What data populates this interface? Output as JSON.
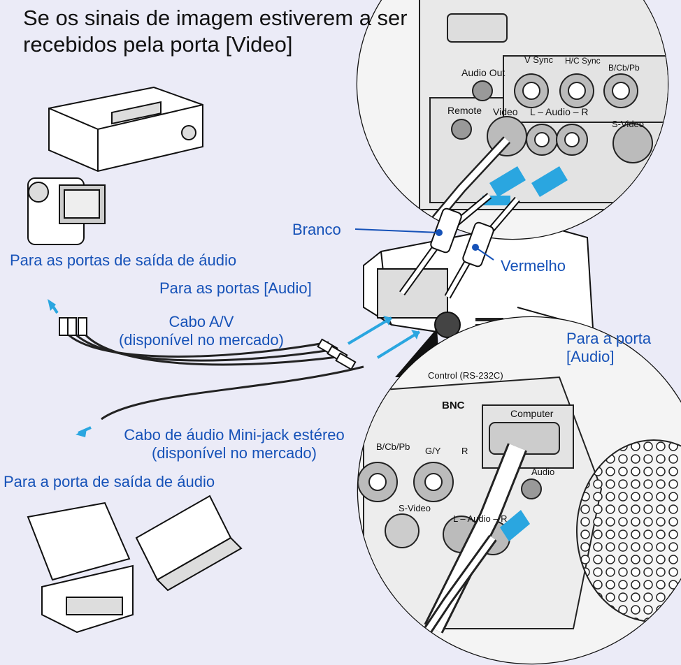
{
  "title": {
    "line1": "Se os sinais de imagem estiverem a ser",
    "line2": "recebidos pela porta [Video]"
  },
  "labels": {
    "branco": "Branco",
    "vermelho": "Vermelho",
    "para_saida_audio": "Para as portas de saída de áudio",
    "para_portas_audio": "Para as portas [Audio]",
    "cabo_av_1": "Cabo A/V",
    "cabo_av_2": "(disponível no mercado)",
    "para_porta_audio_1": "Para a porta",
    "para_porta_audio_2": "[Audio]",
    "cabo_minijack_1": "Cabo de áudio Mini-jack estéreo",
    "cabo_minijack_2": "(disponível no mercado)",
    "para_porta_saida_audio": "Para a porta de saída de áudio"
  },
  "panel_top": {
    "audio_out": "Audio Out",
    "v_sync": "V Sync",
    "hc_sync": "H/C Sync",
    "bcb": "B/Cb/Pb",
    "remote": "Remote",
    "video": "Video",
    "audio_lr": "L – Audio – R",
    "s_video": "S-Video"
  },
  "panel_bottom": {
    "control": "Control (RS-232C)",
    "bnc": "BNC",
    "computer": "Computer",
    "bcb": "B/Cb/Pb",
    "gy": "G/Y",
    "r": "R",
    "audio": "Audio",
    "s_video": "S-Video",
    "audio_lr": "L – Audio – R"
  },
  "colors": {
    "background": "#ebebf7",
    "label_blue": "#1652b8",
    "arrow_blue": "#2aa6e0",
    "device": "#ffffff"
  }
}
